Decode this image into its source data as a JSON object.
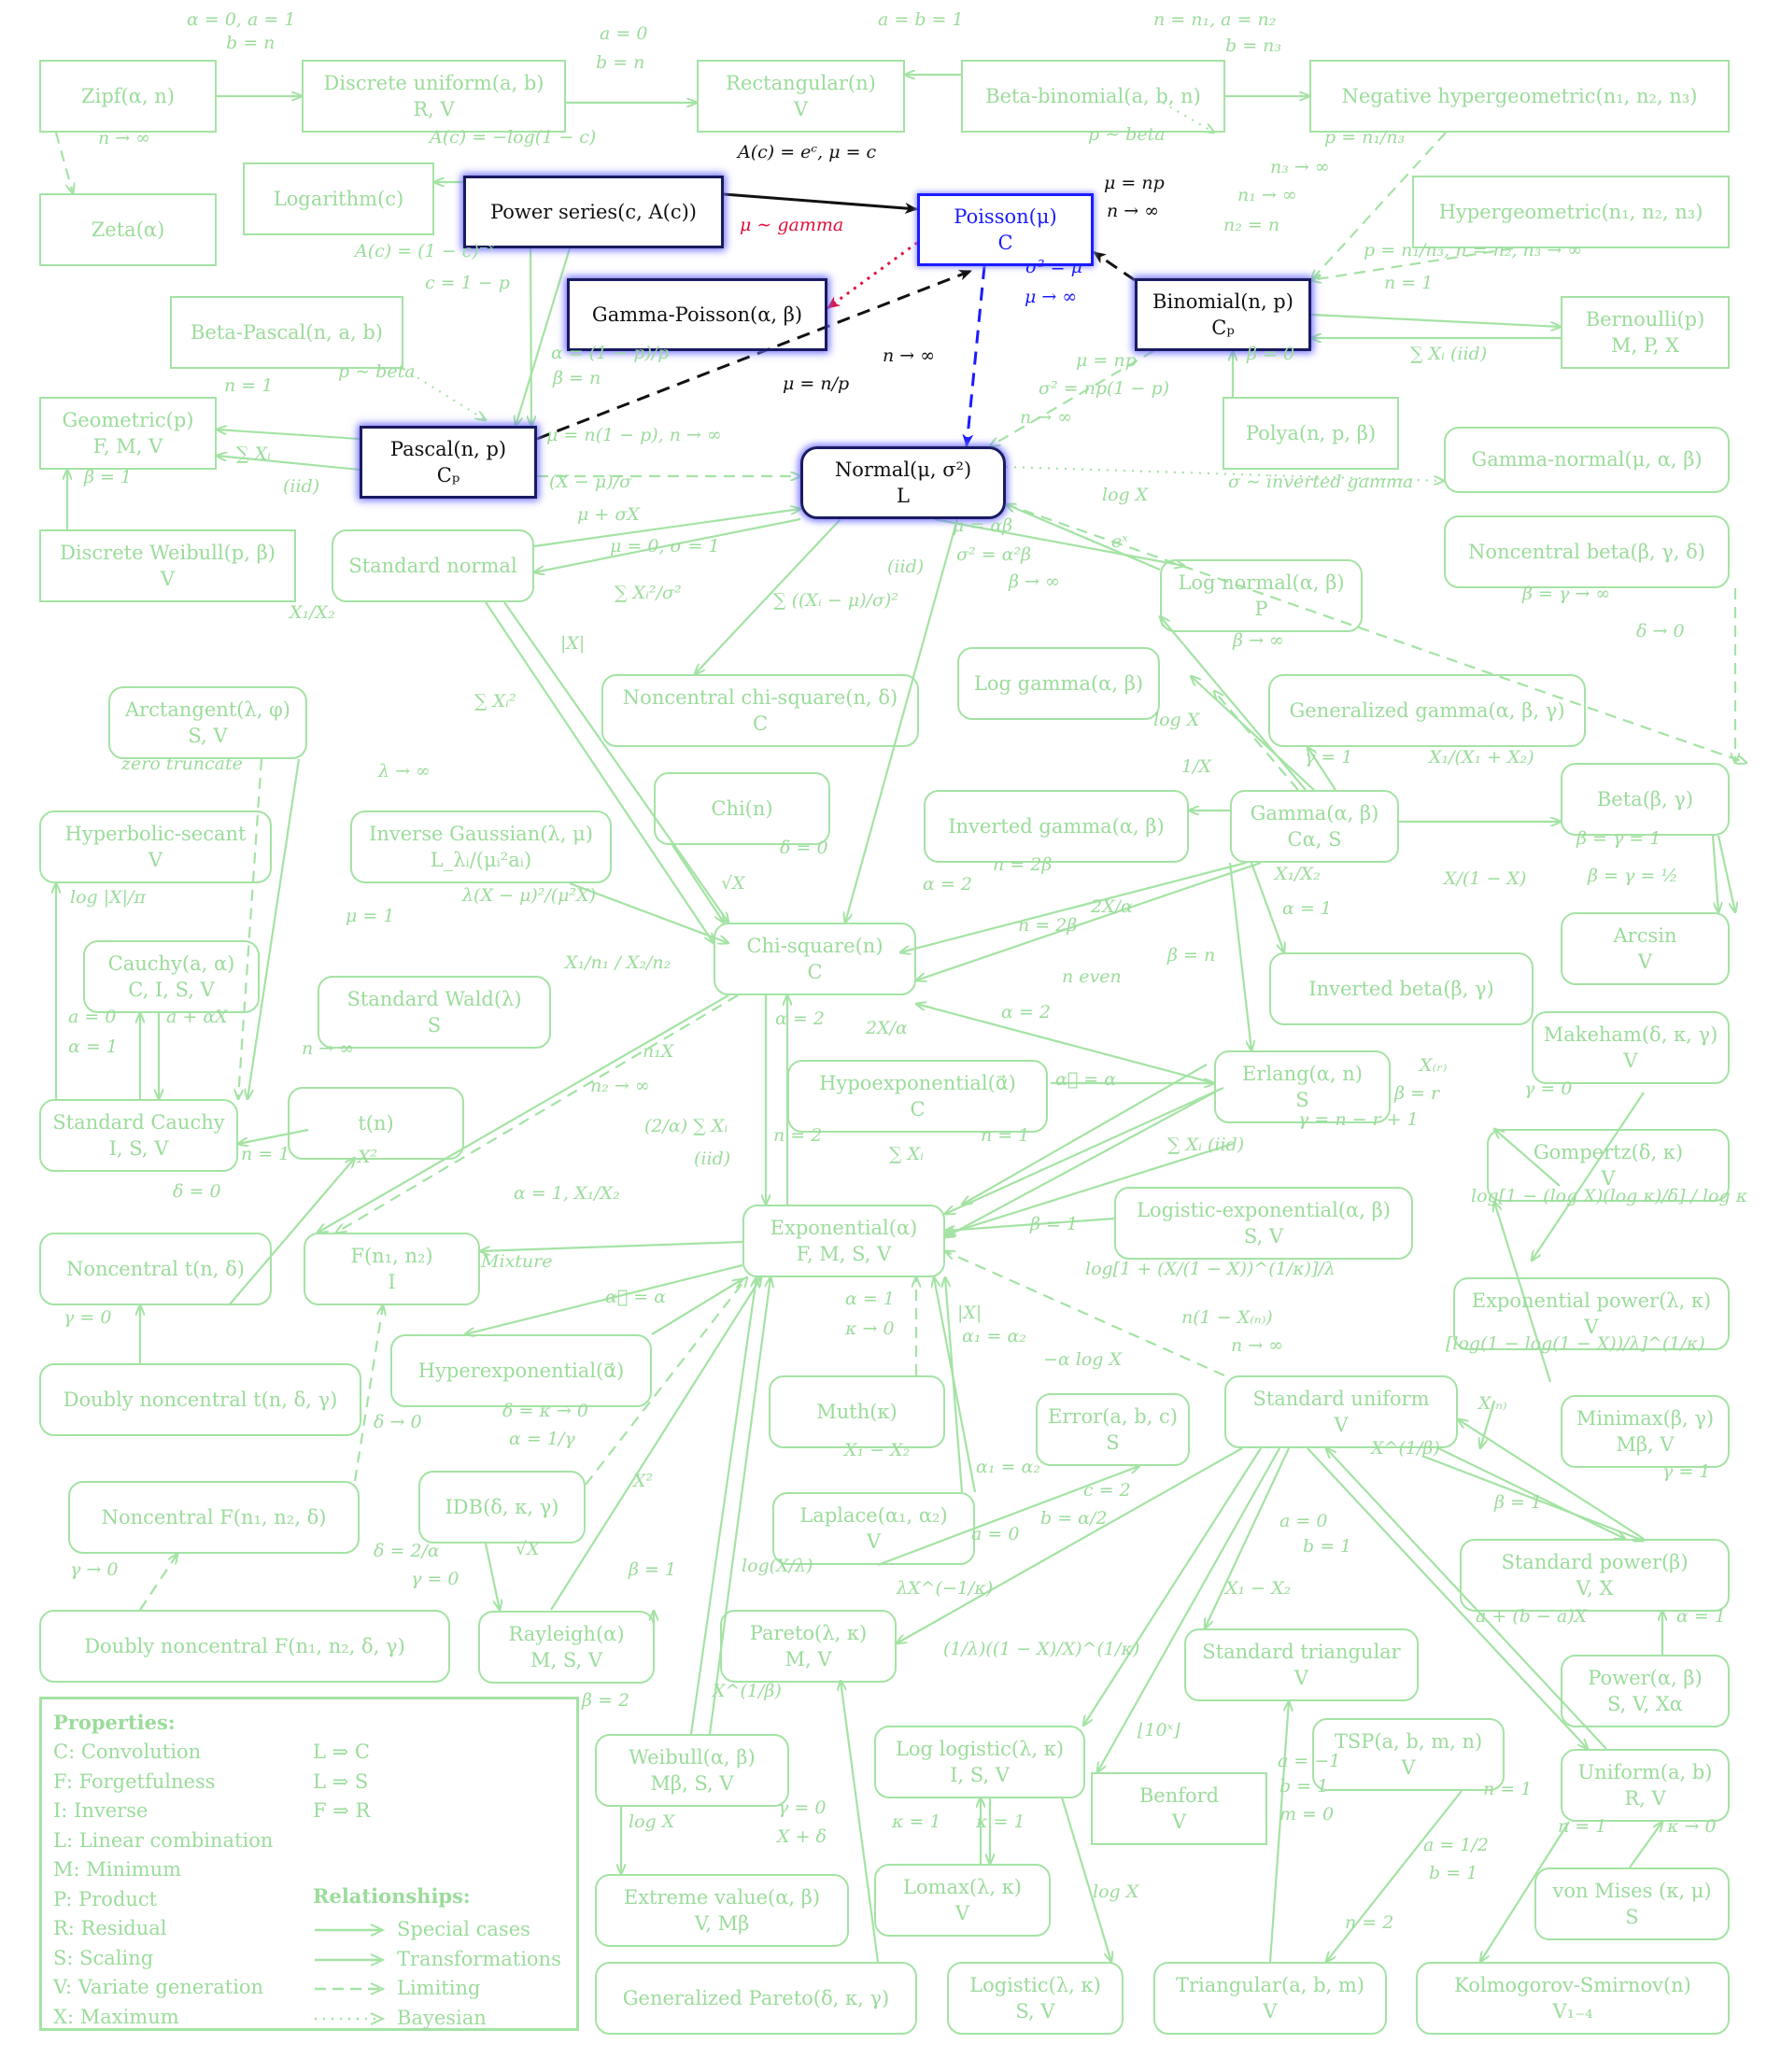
{
  "nodes": {
    "zipf": {
      "name": "Zipf(α, n)",
      "props": ""
    },
    "discrete_uniform": {
      "name": "Discrete uniform(a, b)",
      "props": "R, V"
    },
    "rectangular": {
      "name": "Rectangular(n)",
      "props": "V"
    },
    "beta_binomial": {
      "name": "Beta-binomial(a, b, n)",
      "props": ""
    },
    "neg_hypergeometric": {
      "name": "Negative hypergeometric(n₁, n₂, n₃)",
      "props": ""
    },
    "zeta": {
      "name": "Zeta(α)",
      "props": ""
    },
    "logarithm": {
      "name": "Logarithm(c)",
      "props": ""
    },
    "power_series": {
      "name": "Power series(c, A(c))",
      "props": ""
    },
    "poisson": {
      "name": "Poisson(μ)",
      "props": "C"
    },
    "hypergeometric": {
      "name": "Hypergeometric(n₁, n₂, n₃)",
      "props": ""
    },
    "beta_pascal": {
      "name": "Beta-Pascal(n, a, b)",
      "props": ""
    },
    "gamma_poisson": {
      "name": "Gamma-Poisson(α, β)",
      "props": ""
    },
    "binomial": {
      "name": "Binomial(n, p)",
      "props": "Cₚ"
    },
    "bernoulli": {
      "name": "Bernoulli(p)",
      "props": "M, P, X"
    },
    "geometric": {
      "name": "Geometric(p)",
      "props": "F, M, V"
    },
    "pascal": {
      "name": "Pascal(n, p)",
      "props": "Cₚ"
    },
    "normal": {
      "name": "Normal(μ, σ²)",
      "props": "L"
    },
    "polya": {
      "name": "Polya(n, p, β)",
      "props": ""
    },
    "gamma_normal": {
      "name": "Gamma-normal(μ, α, β)",
      "props": ""
    },
    "discrete_weibull": {
      "name": "Discrete Weibull(p, β)",
      "props": "V"
    },
    "standard_normal": {
      "name": "Standard normal",
      "props": ""
    },
    "noncentral_beta": {
      "name": "Noncentral beta(β, γ, δ)",
      "props": ""
    },
    "log_normal": {
      "name": "Log normal(α, β)",
      "props": "P"
    },
    "log_gamma": {
      "name": "Log gamma(α, β)",
      "props": ""
    },
    "arctangent": {
      "name": "Arctangent(λ, φ)",
      "props": "S, V"
    },
    "noncentral_chisq": {
      "name": "Noncentral chi-square(n, δ)",
      "props": "C"
    },
    "generalized_gamma": {
      "name": "Generalized gamma(α, β, γ)",
      "props": ""
    },
    "chi": {
      "name": "Chi(n)",
      "props": ""
    },
    "hyperbolic_secant": {
      "name": "Hyperbolic-secant",
      "props": "V"
    },
    "inverse_gaussian": {
      "name": "Inverse Gaussian(λ, μ)",
      "props": "L_λᵢ/(μᵢ²aᵢ)"
    },
    "inverted_gamma": {
      "name": "Inverted gamma(α, β)",
      "props": ""
    },
    "gamma": {
      "name": "Gamma(α, β)",
      "props": "Cα, S"
    },
    "beta": {
      "name": "Beta(β, γ)",
      "props": ""
    },
    "cauchy": {
      "name": "Cauchy(a, α)",
      "props": "C, I, S, V"
    },
    "chi_square": {
      "name": "Chi-square(n)",
      "props": "C"
    },
    "arcsin": {
      "name": "Arcsin",
      "props": "V"
    },
    "standard_wald": {
      "name": "Standard Wald(λ)",
      "props": "S"
    },
    "inverted_beta": {
      "name": "Inverted beta(β, γ)",
      "props": ""
    },
    "makeham": {
      "name": "Makeham(δ, κ, γ)",
      "props": "V"
    },
    "erlang": {
      "name": "Erlang(α, n)",
      "props": "S"
    },
    "standard_cauchy": {
      "name": "Standard Cauchy",
      "props": "I, S, V"
    },
    "t": {
      "name": "t(n)",
      "props": ""
    },
    "hypoexponential": {
      "name": "Hypoexponential(α⃗)",
      "props": "C"
    },
    "gompertz": {
      "name": "Gompertz(δ, κ)",
      "props": "V"
    },
    "noncentral_t": {
      "name": "Noncentral t(n, δ)",
      "props": ""
    },
    "f": {
      "name": "F(n₁, n₂)",
      "props": "I"
    },
    "exponential": {
      "name": "Exponential(α)",
      "props": "F, M, S, V"
    },
    "logistic_exponential": {
      "name": "Logistic-exponential(α, β)",
      "props": "S, V"
    },
    "exponential_power": {
      "name": "Exponential power(λ, κ)",
      "props": "V"
    },
    "doubly_noncentral_t": {
      "name": "Doubly noncentral t(n, δ, γ)",
      "props": ""
    },
    "hyperexponential": {
      "name": "Hyperexponential(α⃗)",
      "props": ""
    },
    "muth": {
      "name": "Muth(κ)",
      "props": ""
    },
    "error": {
      "name": "Error(a, b, c)",
      "props": "S"
    },
    "standard_uniform": {
      "name": "Standard uniform",
      "props": "V"
    },
    "minimax": {
      "name": "Minimax(β, γ)",
      "props": "Mβ, V"
    },
    "noncentral_f": {
      "name": "Noncentral F(n₁, n₂, δ)",
      "props": ""
    },
    "idb": {
      "name": "IDB(δ, κ, γ)",
      "props": ""
    },
    "laplace": {
      "name": "Laplace(α₁, α₂)",
      "props": "V"
    },
    "standard_power": {
      "name": "Standard power(β)",
      "props": "V, X"
    },
    "doubly_noncentral_f": {
      "name": "Doubly noncentral F(n₁, n₂, δ, γ)",
      "props": ""
    },
    "rayleigh": {
      "name": "Rayleigh(α)",
      "props": "M, S, V"
    },
    "pareto": {
      "name": "Pareto(λ, κ)",
      "props": "M, V"
    },
    "standard_triangular": {
      "name": "Standard triangular",
      "props": "V"
    },
    "power": {
      "name": "Power(α, β)",
      "props": "S, V, Xα"
    },
    "weibull": {
      "name": "Weibull(α, β)",
      "props": "Mβ, S, V"
    },
    "log_logistic": {
      "name": "Log logistic(λ, κ)",
      "props": "I, S, V"
    },
    "benford": {
      "name": "Benford",
      "props": "V"
    },
    "tsp": {
      "name": "TSP(a, b, m, n)",
      "props": "V"
    },
    "uniform": {
      "name": "Uniform(a, b)",
      "props": "R, V"
    },
    "extreme_value": {
      "name": "Extreme value(α, β)",
      "props": "V, Mβ"
    },
    "lomax": {
      "name": "Lomax(λ, κ)",
      "props": "V"
    },
    "von_mises": {
      "name": "von Mises (κ, μ)",
      "props": "S"
    },
    "generalized_pareto": {
      "name": "Generalized Pareto(δ, κ, γ)",
      "props": ""
    },
    "logistic": {
      "name": "Logistic(λ, κ)",
      "props": "S, V"
    },
    "triangular": {
      "name": "Triangular(a, b, m)",
      "props": "V"
    },
    "kolmogorov_smirnov": {
      "name": "Kolmogorov-Smirnov(n)",
      "props": "V₁₋₄"
    }
  },
  "edge_labels": {
    "l01": "α = 0, a = 1",
    "l02": "b = n",
    "l03": "a = 0",
    "l04": "b = n",
    "l05": "a = b = 1",
    "l06": "n = n₁, a = n₂",
    "l07": "b = n₃",
    "l08": "n → ∞",
    "l09": "A(c) = −log(1 − c)",
    "l10": "A(c) = eᶜ, μ = c",
    "l11": "p ∼ beta",
    "l12": "p = n₁/n₃",
    "l13": "n₃ → ∞",
    "l14": "n₁ → ∞",
    "l15": "n₂ = n",
    "l16": "μ = np",
    "l17": "n → ∞",
    "l18": "μ ∼ gamma",
    "l19": "A(c) = (1 − c)⁻ˣ",
    "l20": "c = 1 − p",
    "l21": "σ² = μ",
    "l22": "μ → ∞",
    "l23": "p = n₁/n₃, n = n₂, n₃ → ∞",
    "l24": "n = 1",
    "l25": "α = (1 − p)/p",
    "l26": "β = n",
    "l27": "n → ∞",
    "l28": "μ = n/p",
    "l29": "β = 0",
    "l30": "∑ Xᵢ (iid)",
    "l31": "p ∼ beta",
    "l32": "n = 1",
    "l33": "μ = np",
    "l34": "σ² = np(1 − p)",
    "l35": "n → ∞",
    "l36": "∑ Xᵢ",
    "l37": "(iid)",
    "l38": "μ = n(1 − p), n → ∞",
    "l39": "β = 1",
    "l40": "(X − μ)/σ",
    "l41": "μ + σX",
    "l42": "μ = 0, σ = 1",
    "l43": "σ ∼ inverted gamma",
    "l44": "log X",
    "l45": "eˣ",
    "l46": "μ = αβ",
    "l47": "σ² = α²β",
    "l48": "β → ∞",
    "l49": "(iid)",
    "l50": "∑ ((Xᵢ − μ)/σ)²",
    "l51": "∑ Xᵢ²/σ²",
    "l52": "|X|",
    "l53": "∑ Xᵢ²",
    "l54": "X₁/X₂",
    "l55": "β = γ → ∞",
    "l56": "δ → 0",
    "l57": "β → ∞",
    "l58": "log X",
    "l59": "zero truncate",
    "l60": "γ = 1",
    "l61": "1/X",
    "l62": "X₁/(X₁ + X₂)",
    "l63": "λ → ∞",
    "l64": "δ = 0",
    "l65": "√X",
    "l66": "log |X|/π",
    "l67": "λ(X − μ)²/(μ²X)",
    "l68": "n = 2β",
    "l69": "α = 2",
    "l70": "2X/α",
    "l71": "n = 2β",
    "l72": "X₁/X₂",
    "l73": "α = 1",
    "l74": "X/(1 − X)",
    "l75": "β = γ = 1",
    "l76": "β = γ = ½",
    "l77": "μ = 1",
    "l78": "β = n",
    "l79": "n even",
    "l80": "α = 2",
    "l81": "a = 0",
    "l82": "α = 1",
    "l83": "a + αX",
    "l84": "X₁/n₁ / X₂/n₂",
    "l85": "n₁X",
    "l86": "n₂ → ∞",
    "l87": "2X/α",
    "l88": "α = 2",
    "l89": "α⃗ = α",
    "l90": "X₍ᵣ₎",
    "l91": "β = r",
    "l92": "γ = n − r + 1",
    "l93": "γ = 0",
    "l94": "n → ∞",
    "l95": "n = 1",
    "l96": "X²",
    "l97": "(2/α) ∑ Xᵢ",
    "l98": "(iid)",
    "l99": "n = 2",
    "l100": "∑ Xᵢ",
    "l101": "n = 1",
    "l102": "∑ Xᵢ (iid)",
    "l103": "δ = 0",
    "l104": "α = 1, X₁/X₂",
    "l105": "β = 1",
    "l106": "log[1 − (log X)(log κ)/δ] / log κ",
    "l107": "log[1 + (X/(1 − X))^(1/κ)]/λ",
    "l108": "Mixture",
    "l109": "γ = 0",
    "l110": "α⃗ = α",
    "l111": "α = 1",
    "l112": "κ → 0",
    "l113": "|X|",
    "l114": "α₁ = α₂",
    "l115": "−α log X",
    "l116": "n(1 − X₍ₙ₎)",
    "l117": "n → ∞",
    "l118": "[log(1 − log(1 − X))/λ]^(1/κ)",
    "l119": "δ = κ → 0",
    "l120": "α = 1/γ",
    "l121": "δ → 0",
    "l122": "X²",
    "l123": "X₁ − X₂",
    "l124": "α₁ = α₂",
    "l125": "X₍ₙ₎",
    "l126": "X^(1/β)",
    "l127": "γ = 1",
    "l128": "c = 2",
    "l129": "b = α/2",
    "l130": "a = 0",
    "l131": "β = 1",
    "l132": "γ → 0",
    "l133": "δ = 2/α",
    "l134": "γ = 0",
    "l135": "√X",
    "l136": "β = 1",
    "l137": "log(X/λ)",
    "l138": "λX^(−1/κ)",
    "l139": "a = 0",
    "l140": "b = 1",
    "l141": "X₁ − X₂",
    "l142": "a + (b − a)X",
    "l143": "α = 1",
    "l144": "(1/λ)((1 − X)/X)^(1/κ)",
    "l145": "β = 2",
    "l146": "X^(1/β)",
    "l147": "⌊10ˣ⌋",
    "l148": "a = −1",
    "l149": "b = 1",
    "l150": "m = 0",
    "l151": "n = 1",
    "l152": "log X",
    "l153": "γ = 0",
    "l154": "X + δ",
    "l155": "κ = 1",
    "l156": "κ = 1",
    "l157": "log X",
    "l158": "a = 1/2",
    "l159": "b = 1",
    "l160": "n = 1",
    "l161": "κ → 0",
    "l162": "n = 2"
  },
  "legend": {
    "properties_title": "Properties:",
    "properties": [
      "C: Convolution",
      "F: Forgetfulness",
      "I: Inverse",
      "L: Linear combination",
      "M: Minimum",
      "P: Product",
      "R: Residual",
      "S: Scaling",
      "V: Variate generation",
      "X: Maximum"
    ],
    "implications": [
      "L ⇒ C",
      "L ⇒ S",
      "F ⇒ R"
    ],
    "relationships_title": "Relationships:",
    "relationships": [
      "Special cases",
      "Transformations",
      "Limiting",
      "Bayesian"
    ]
  },
  "colors": {
    "main": "#a4e3a4",
    "highlight": "#1a1a60",
    "blue": "#1b1bff",
    "red": "#e0103c"
  }
}
